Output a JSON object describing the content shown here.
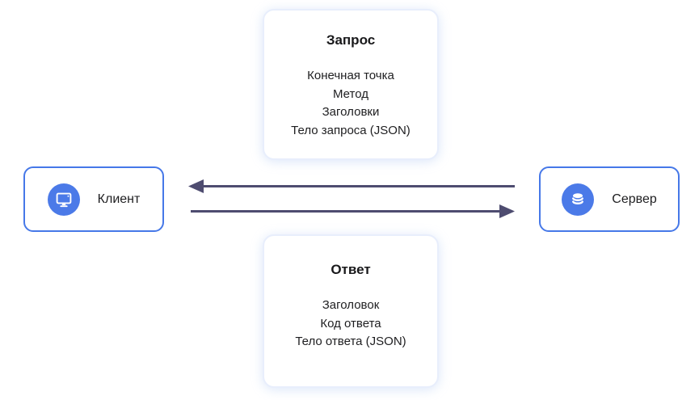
{
  "request_card": {
    "title": "Запрос",
    "items": [
      "Конечная точка",
      "Метод",
      "Заголовки",
      "Тело запроса (JSON)"
    ]
  },
  "response_card": {
    "title": "Ответ",
    "items": [
      "Заголовок",
      "Код ответа",
      "Тело ответа (JSON)"
    ]
  },
  "client_node": {
    "label": "Клиент",
    "icon": "monitor-icon"
  },
  "server_node": {
    "label": "Сервер",
    "icon": "database-icon"
  },
  "arrows": [
    {
      "direction": "left",
      "from": "server",
      "to": "client"
    },
    {
      "direction": "right",
      "from": "client",
      "to": "server"
    }
  ],
  "colors": {
    "accent_blue": "#4b7ae8",
    "node_border": "#4678e8",
    "arrow": "#4e4c70",
    "card_border": "#e8eefc",
    "text": "#1e1e20"
  }
}
